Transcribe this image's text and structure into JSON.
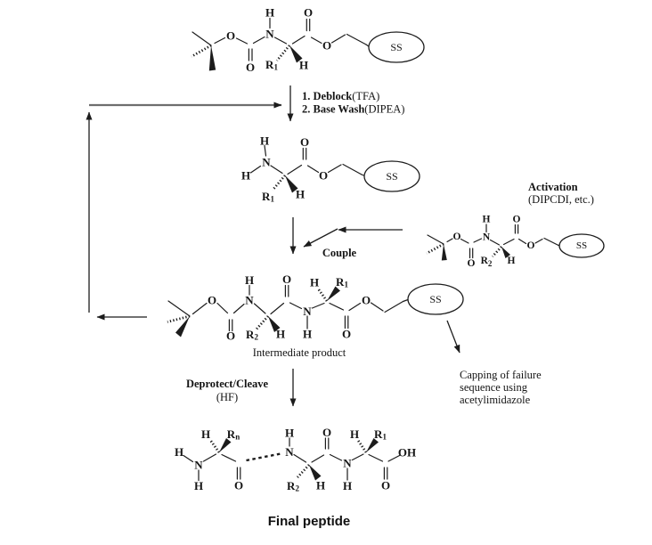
{
  "atoms": {
    "H": "H",
    "O": "O",
    "N": "N",
    "OH": "OH",
    "SS": "SS",
    "R": "R",
    "sub_1": "1",
    "sub_2": "2",
    "sub_n": "n"
  },
  "steps": {
    "deblock_bold": "1. Deblock",
    "deblock_reagent": "(TFA)",
    "basewash_bold": "2. Base Wash",
    "basewash_reagent": "(DIPEA)",
    "activation_title": "Activation",
    "activation_reagent": "(DIPCDI, etc.)",
    "couple": "Couple",
    "deprotect_title": "Deprotect/Cleave",
    "deprotect_reagent": "(HF)",
    "capping_line1": "Capping of failure",
    "capping_line2": "sequence using",
    "capping_line3": "acetylimidazole"
  },
  "captions": {
    "intermediate": "Intermediate product",
    "final": "Final peptide"
  }
}
